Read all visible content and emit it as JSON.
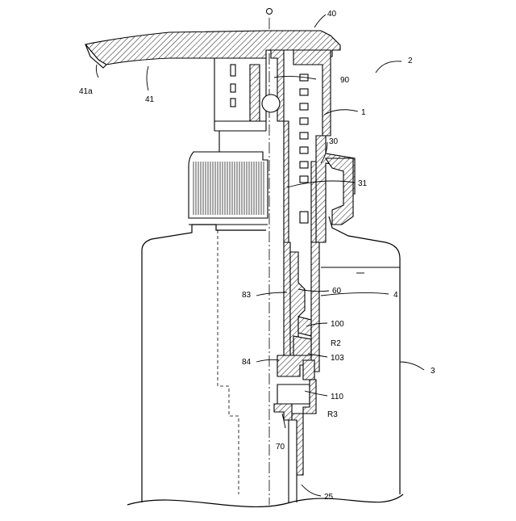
{
  "figure": {
    "reference_labels": {
      "axis_o": "O",
      "pump": "2",
      "head": "40",
      "nozzle": "41",
      "nozzle_tip": "41a",
      "ball_valve": "90",
      "cylinder": "1",
      "stem": "30",
      "stem_passage": "31",
      "liquid_level": "4",
      "bottle": "3",
      "piston_83": "83",
      "part_60": "60",
      "valve_100": "100",
      "region_r2": "R2",
      "part_84": "84",
      "part_103": "103",
      "part_110": "110",
      "region_r3": "R3",
      "part_70": "70",
      "dip_tube": "25"
    }
  }
}
